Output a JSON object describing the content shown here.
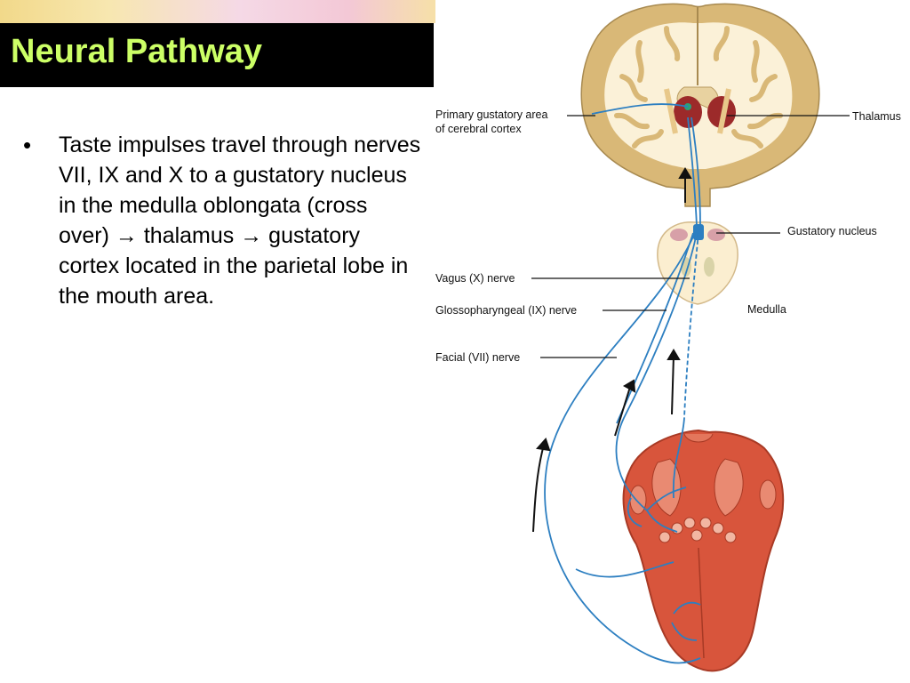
{
  "slide": {
    "title": "Neural Pathway",
    "bullet_text": "Taste impulses travel through nerves VII, IX and X to a gustatory nucleus in the medulla oblongata (cross over) → thalamus → gustatory cortex located in the parietal lobe in the mouth area."
  },
  "diagram": {
    "labels": {
      "primary_gustatory_line1": "Primary gustatory area",
      "primary_gustatory_line2": "of cerebral cortex",
      "thalamus": "Thalamus",
      "gustatory_nucleus": "Gustatory nucleus",
      "vagus": "Vagus (X) nerve",
      "glossopharyngeal": "Glossopharyngeal (IX) nerve",
      "medulla": "Medulla",
      "facial": "Facial (VII) nerve"
    },
    "colors": {
      "brain_tissue": "#d9b877",
      "white_matter": "#fbf1d8",
      "thalamus": "#9c2a2a",
      "nerve": "#2d7fc1",
      "tongue": "#d8553c"
    }
  }
}
